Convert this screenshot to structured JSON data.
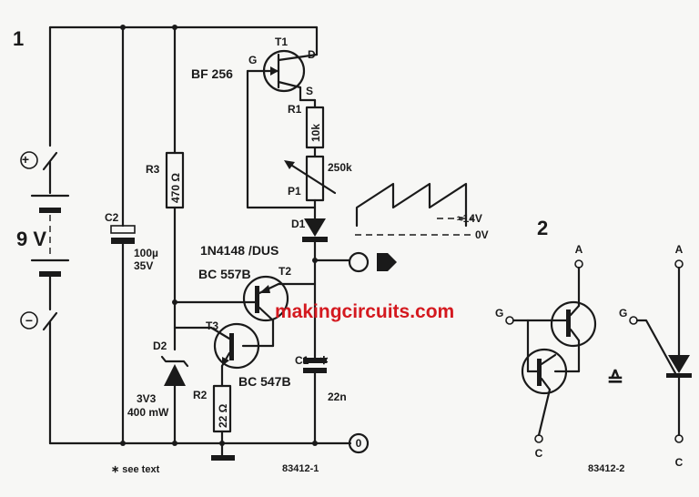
{
  "figure1": {
    "number": "1",
    "battery_voltage": "9 V",
    "terminal_plus": "+",
    "terminal_minus": "−",
    "T1": {
      "ref": "T1",
      "type": "BF 256",
      "pin_g": "G",
      "pin_d": "D",
      "pin_s": "S"
    },
    "R1": {
      "ref": "R1",
      "value": "10k"
    },
    "P1": {
      "ref": "P1",
      "value": "250k"
    },
    "D1": {
      "ref": "D1",
      "type": "1N4148 /DUS"
    },
    "T2": {
      "ref": "T2",
      "type": "BC 557B"
    },
    "T3": {
      "ref": "T3",
      "type": "BC 547B"
    },
    "R3": {
      "ref": "R3",
      "value": "470 Ω"
    },
    "C2": {
      "ref": "C2",
      "value": "100µ",
      "rating": "35V"
    },
    "D2": {
      "ref": "D2",
      "value": "3V3",
      "rating": "400 mW"
    },
    "R2": {
      "ref": "R2",
      "value": "22 Ω"
    },
    "C1": {
      "ref": "C1",
      "marker": "∗",
      "value": "22n"
    },
    "waveform_high": "≈14V",
    "waveform_low": "0V",
    "footnote": "∗ see text",
    "code": "83412-1"
  },
  "figure2": {
    "number": "2",
    "label_a_left": "A",
    "label_g_left": "G",
    "label_c_left": "C",
    "equiv_symbol": "≙",
    "label_a_right": "A",
    "label_g_right": "G",
    "label_c_right": "C",
    "code": "83412-2"
  },
  "watermark": "makingcircuits.com"
}
